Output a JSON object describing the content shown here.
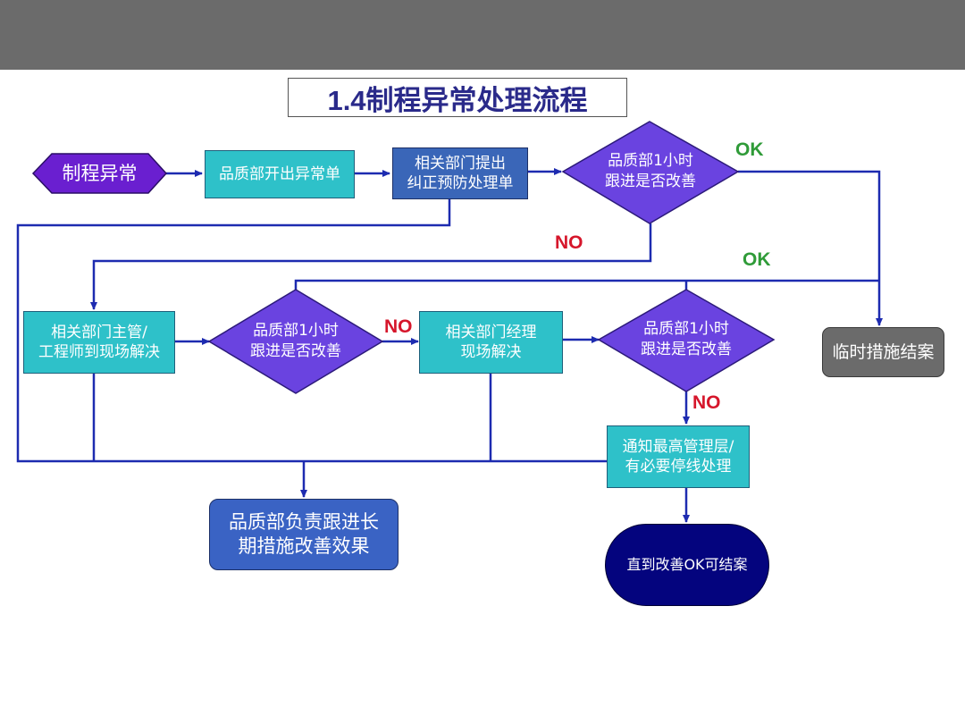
{
  "title": "1.4制程异常处理流程",
  "colors": {
    "top_bar": "#6b6b6b",
    "diamond": "#6a43e0",
    "teal_box": "#2ec1c9",
    "blue_box": "#3a66b8",
    "ok_label": "#2f9b38",
    "no_label": "#d6162b",
    "connector": "#1d2bb0"
  },
  "nodes": {
    "start": "制程异常",
    "qa_issue_form": "品质部开出异常单",
    "dept_corrective_line1": "相关部门提出",
    "dept_corrective_line2": "纠正预防处理单",
    "check1_line1": "品质部1小时",
    "check1_line2": "跟进是否改善",
    "supervisor_line1": "相关部门主管/",
    "supervisor_line2": "工程师到现场解决",
    "check2_line1": "品质部1小时",
    "check2_line2": "跟进是否改善",
    "manager_line1": "相关部门经理",
    "manager_line2": "现场解决",
    "check3_line1": "品质部1小时",
    "check3_line2": "跟进是否改善",
    "temp_close": "临时措施结案",
    "notify_top_line1": "通知最高管理层/",
    "notify_top_line2": "有必要停线处理",
    "long_term_line1": "品质部负责跟进长",
    "long_term_line2": "期措施改善效果",
    "final_close": "直到改善OK可结案"
  },
  "labels": {
    "ok_top": "OK",
    "ok_mid": "OK",
    "no_check1": "NO",
    "no_check2": "NO",
    "no_check3": "NO"
  }
}
